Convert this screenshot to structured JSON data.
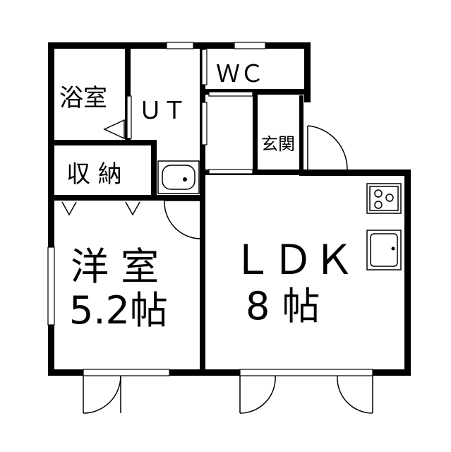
{
  "rooms": {
    "bath": "浴室",
    "ut": "ＵＴ",
    "wc": "ＷＣ",
    "entrance": "玄関",
    "storage": "収 納",
    "western_room_name": "洋 室",
    "western_room_size": "5.2帖",
    "ldk_name": "ＬＤＫ",
    "ldk_size": "8 帖"
  },
  "icons": {
    "stove": "stove-icon",
    "sink": "kitchen-sink-icon",
    "washbasin": "washbasin-icon"
  },
  "colors": {
    "wall": "#000000",
    "background": "#ffffff"
  }
}
